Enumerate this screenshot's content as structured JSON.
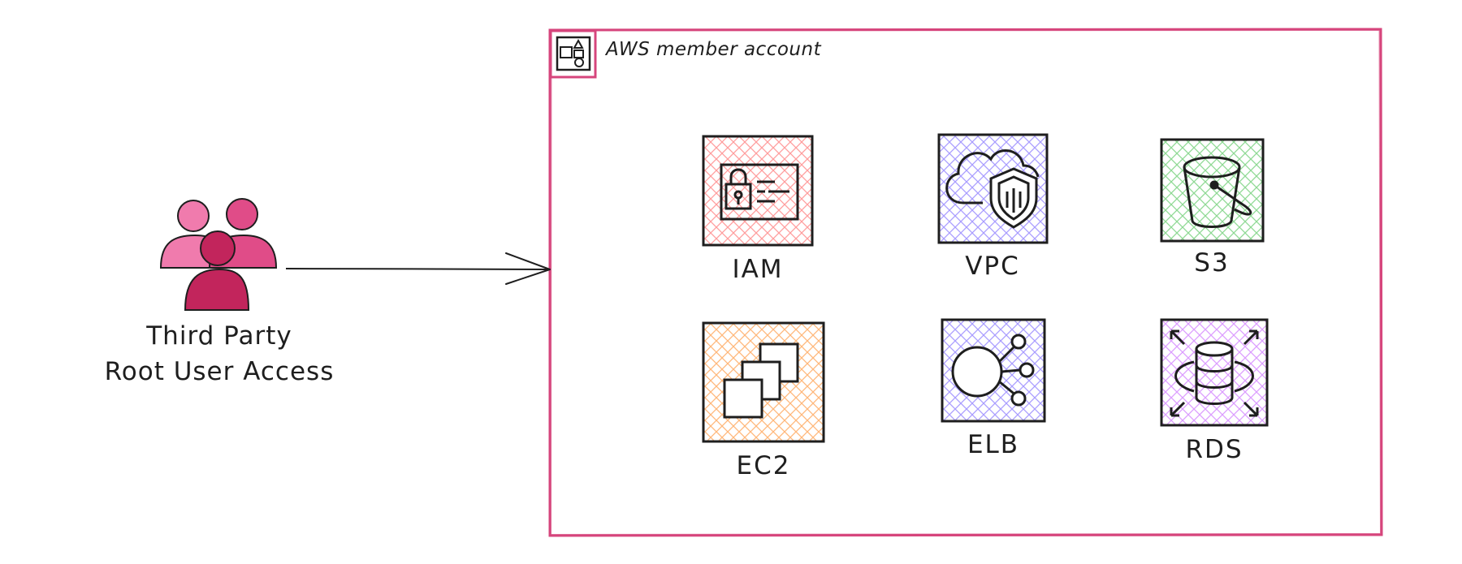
{
  "actor": {
    "line1": "Third Party",
    "line2": "Root User Access",
    "colors": {
      "light": "#f07bad",
      "mid": "#e04c88",
      "dark": "#c2255c"
    }
  },
  "account": {
    "title": "AWS member account",
    "border_color": "#d6457c",
    "icon": "aws-account-icon"
  },
  "services": [
    {
      "label": "IAM",
      "icon": "iam-id-card-lock-icon",
      "fill": "#ffb3b3"
    },
    {
      "label": "VPC",
      "icon": "vpc-cloud-shield-icon",
      "fill": "#c1b8ff"
    },
    {
      "label": "S3",
      "icon": "s3-bucket-icon",
      "fill": "#b2e8b5"
    },
    {
      "label": "EC2",
      "icon": "ec2-instances-icon",
      "fill": "#ffc997"
    },
    {
      "label": "ELB",
      "icon": "elb-load-balancer-icon",
      "fill": "#c1b8ff"
    },
    {
      "label": "RDS",
      "icon": "rds-database-icon",
      "fill": "#e8b8ff"
    }
  ]
}
